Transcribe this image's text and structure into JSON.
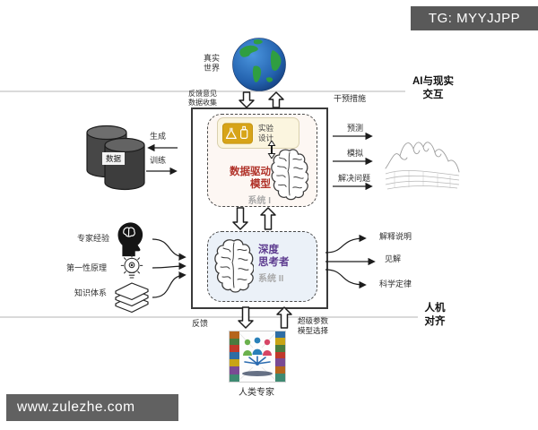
{
  "badges": {
    "tg": "TG: MYYJJPP",
    "watermark": "www.zulezhe.com"
  },
  "sections": {
    "ai_reality": "AI与现实\n交互",
    "human_alignment": "人机\n对齐"
  },
  "world": {
    "label": "真实\n世界",
    "feedback_collection": "反馈意见\n数据收集",
    "intervention": "干预措施"
  },
  "core": {
    "system1": {
      "experiment_design": "实验\n设计",
      "title": "数据驱动\n模型",
      "subtitle": "系统 I"
    },
    "system2": {
      "title": "深度\n思考者",
      "subtitle": "系统 II"
    }
  },
  "left_inputs": {
    "data_label": "数据",
    "generate": "生成",
    "train": "训练",
    "items": [
      "专家经验",
      "第一性原理",
      "知识体系"
    ]
  },
  "right_outputs": {
    "top": [
      "预测",
      "模拟",
      "解决问题"
    ],
    "bottom": [
      "解释说明",
      "见解",
      "科学定律"
    ]
  },
  "bottom": {
    "feedback": "反馈",
    "hyperparameter": "超级参数\n模型选择",
    "human_experts": "人类专家"
  },
  "colors": {
    "system1_title": "#b03128",
    "system2_title": "#5d3c8f",
    "subtitle_gray": "#a8a8a8",
    "badge_bg": "#595959",
    "experiment_gold": "#d7a418",
    "system1_bg": "#fdf7f3",
    "system2_bg": "#ebf1f8"
  }
}
